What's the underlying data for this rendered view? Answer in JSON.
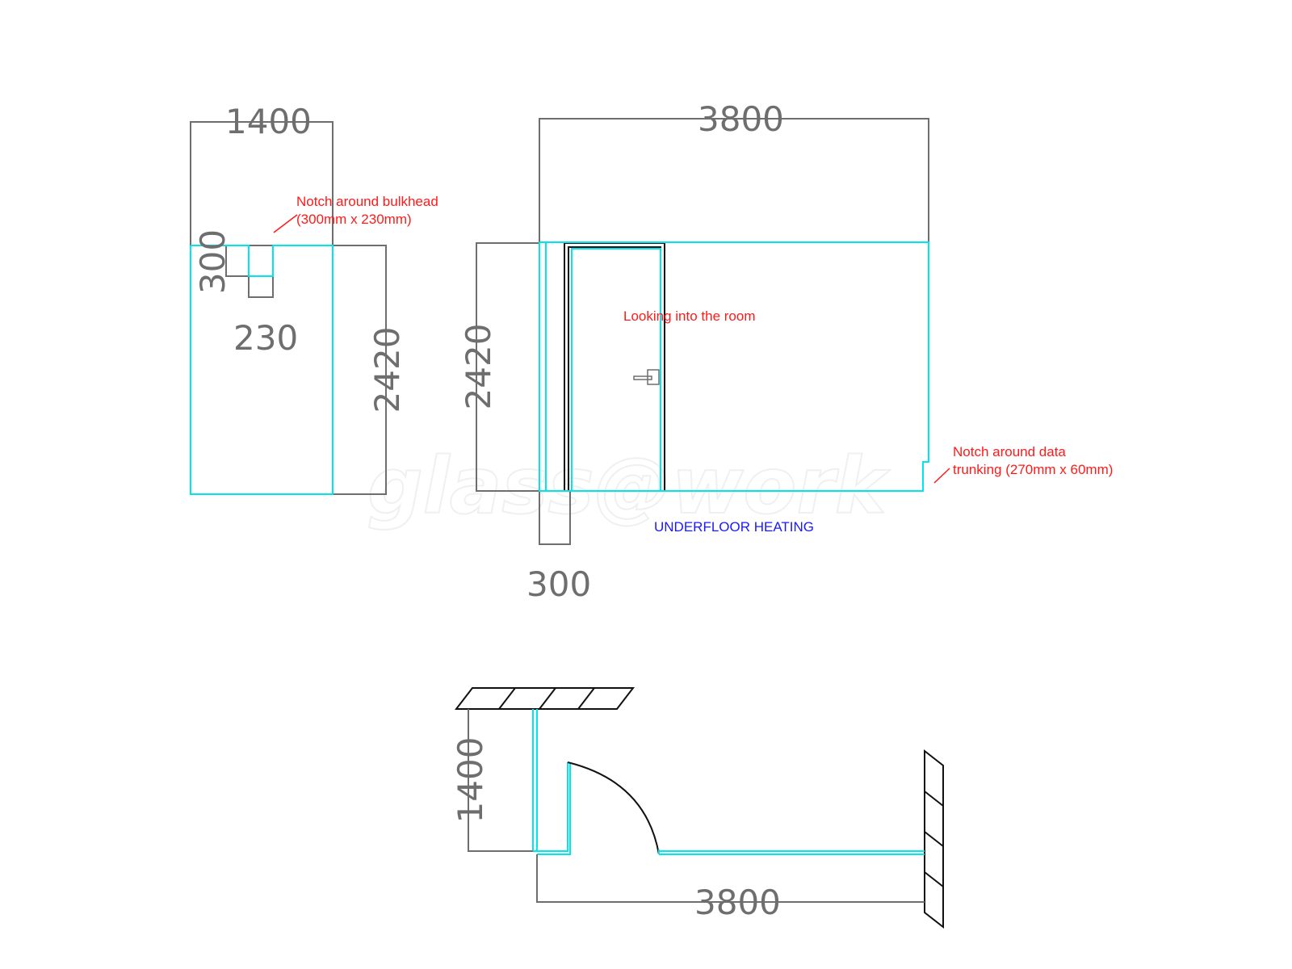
{
  "watermark": "glass@work",
  "side_elevation": {
    "width_dim": "1400",
    "notch_height_dim": "300",
    "notch_width_dim": "230",
    "height_dim": "2420",
    "notch_note_line1": "Notch around bulkhead",
    "notch_note_line2": "(300mm x 230mm)"
  },
  "front_elevation": {
    "width_dim": "3800",
    "height_dim": "2420",
    "bottom_dim": "300",
    "view_note": "Looking into the room",
    "trunking_note_line1": "Notch around data",
    "trunking_note_line2": "trunking (270mm x 60mm)",
    "heating_note": "UNDERFLOOR HEATING"
  },
  "plan": {
    "return_dim": "1400",
    "length_dim": "3800"
  }
}
